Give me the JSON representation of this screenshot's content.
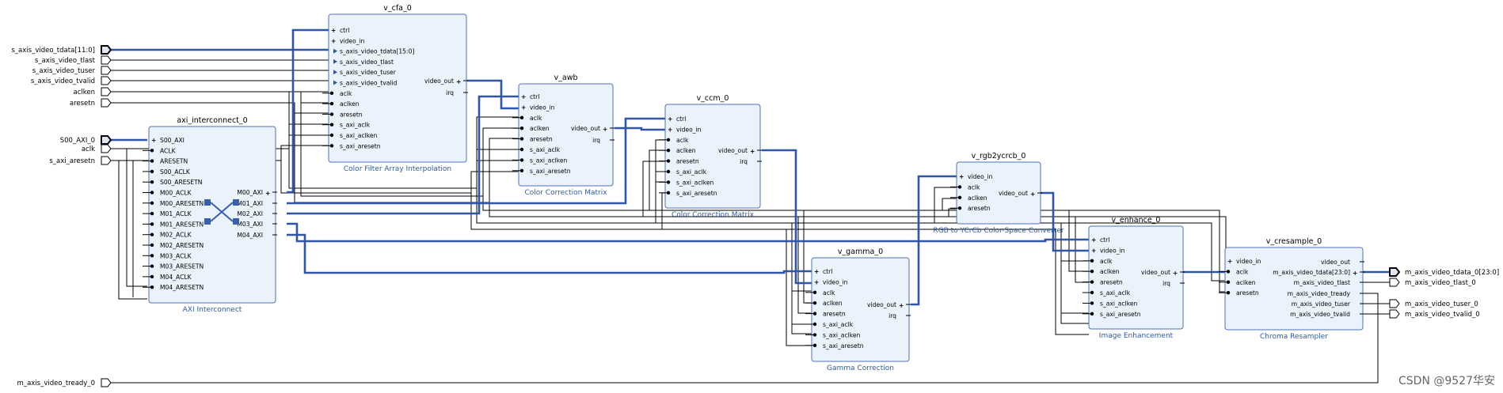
{
  "colors": {
    "block_fill": "#eaf2fb",
    "block_border": "#4d73b8",
    "bus": "#2f56a6",
    "wire": "#000000",
    "desc_text": "#2f5aa8"
  },
  "icons": {
    "bus_pin": "plus-icon",
    "clock_pin": "circle-icon",
    "stream_pin": "triangle-icon",
    "port_in": "arrow-port-icon"
  },
  "ports": {
    "s_axis_video_tdata": "s_axis_video_tdata[11:0]",
    "s_axis_video_tlast": "s_axis_video_tlast",
    "s_axis_video_tuser": "s_axis_video_tuser",
    "s_axis_video_tvalid": "s_axis_video_tvalid",
    "aclken": "aclken",
    "aresetn": "aresetn",
    "s00_axi": "S00_AXI_0",
    "aclk": "aclk",
    "s_axi_aresetn": "s_axi_aresetn",
    "m_axis_video_tready": "m_axis_video_tready_0",
    "m_axis_video_tdata": "m_axis_video_tdata_0[23:0]",
    "m_axis_video_tlast": "m_axis_video_tlast_0",
    "m_axis_video_tuser": "m_axis_video_tuser_0",
    "m_axis_video_tvalid": "m_axis_video_tvalid_0"
  },
  "blocks": {
    "axi_interconnect": {
      "name": "axi_interconnect_0",
      "desc": "AXI Interconnect",
      "pins_left": [
        "S00_AXI",
        "ACLK",
        "ARESETN",
        "S00_ACLK",
        "S00_ARESETN",
        "M00_ACLK",
        "M00_ARESETN",
        "M01_ACLK",
        "M01_ARESETN",
        "M02_ACLK",
        "M02_ARESETN",
        "M03_ACLK",
        "M03_ARESETN",
        "M04_ACLK",
        "M04_ARESETN"
      ],
      "pins_right": [
        "M00_AXI",
        "M01_AXI",
        "M02_AXI",
        "M03_AXI",
        "M04_AXI"
      ]
    },
    "v_cfa": {
      "name": "v_cfa_0",
      "desc": "Color Filter Array Interpolation",
      "pins_left": [
        "ctrl",
        "video_in",
        "s_axis_video_tdata[15:0]",
        "s_axis_video_tlast",
        "s_axis_video_tuser",
        "s_axis_video_tvalid",
        "aclk",
        "aclken",
        "aresetn",
        "s_axi_aclk",
        "s_axi_aclken",
        "s_axi_aresetn"
      ],
      "pins_right": [
        "video_out",
        "irq"
      ]
    },
    "v_awb": {
      "name": "v_awb",
      "desc": "Color Correction Matrix",
      "pins_left": [
        "ctrl",
        "video_in",
        "aclk",
        "aclken",
        "aresetn",
        "s_axi_aclk",
        "s_axi_aclken",
        "s_axi_aresetn"
      ],
      "pins_right": [
        "video_out",
        "irq"
      ]
    },
    "v_ccm": {
      "name": "v_ccm_0",
      "desc": "Color Correction Matrix",
      "pins_left": [
        "ctrl",
        "video_in",
        "aclk",
        "aclken",
        "aresetn",
        "s_axi_aclk",
        "s_axi_aclken",
        "s_axi_aresetn"
      ],
      "pins_right": [
        "video_out",
        "irq"
      ]
    },
    "v_rgb2ycrcb": {
      "name": "v_rgb2ycrcb_0",
      "desc": "RGB to YCrCb Color-Space Converter",
      "pins_left": [
        "video_in",
        "aclk",
        "aclken",
        "aresetn"
      ],
      "pins_right": [
        "video_out"
      ]
    },
    "v_gamma": {
      "name": "v_gamma_0",
      "desc": "Gamma Correction",
      "pins_left": [
        "ctrl",
        "video_in",
        "aclk",
        "aclken",
        "aresetn",
        "s_axi_aclk",
        "s_axi_aclken",
        "s_axi_aresetn"
      ],
      "pins_right": [
        "video_out",
        "irq"
      ]
    },
    "v_enhance": {
      "name": "v_enhance_0",
      "desc": "Image Enhancement",
      "pins_left": [
        "ctrl",
        "video_in",
        "aclk",
        "aclken",
        "aresetn",
        "s_axi_aclk",
        "s_axi_aclken",
        "s_axi_aresetn"
      ],
      "pins_right": [
        "video_out",
        "irq"
      ]
    },
    "v_cresample": {
      "name": "v_cresample_0",
      "desc": "Chroma Resampler",
      "pins_left": [
        "video_in",
        "aclk",
        "aclken",
        "aresetn"
      ],
      "pins_right": [
        "video_out",
        "m_axis_video_tdata[23:0]",
        "m_axis_video_tlast",
        "m_axis_video_tready",
        "m_axis_video_tuser",
        "m_axis_video_tvalid"
      ]
    }
  },
  "watermark": "CSDN @9527华安"
}
